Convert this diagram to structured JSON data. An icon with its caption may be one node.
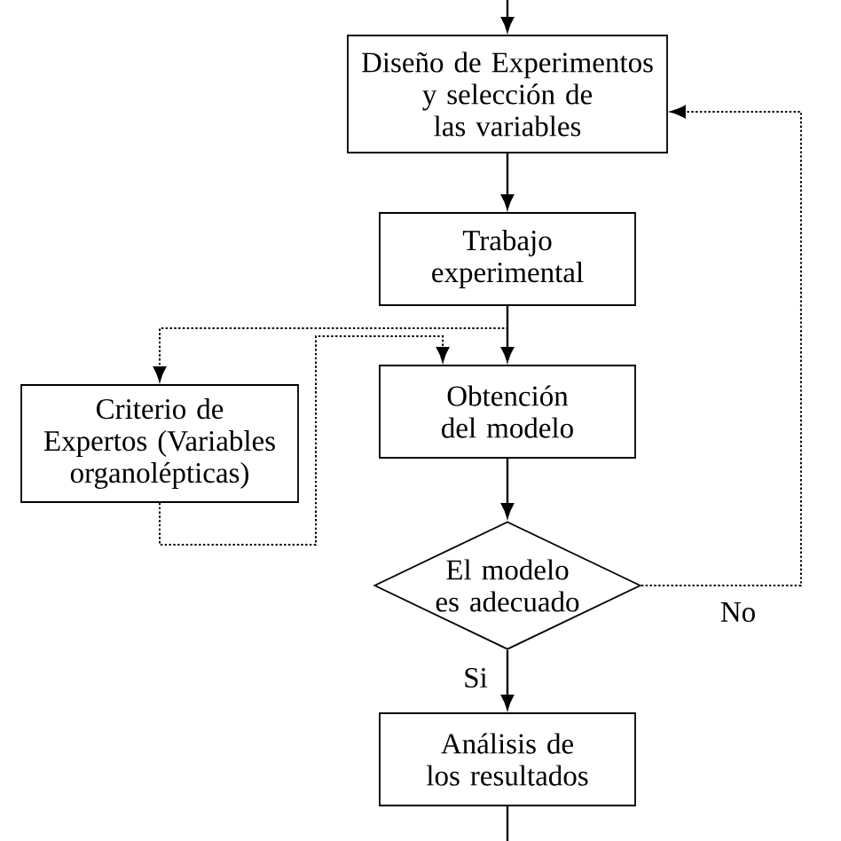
{
  "diagram": {
    "nodes": [
      {
        "text": [
          "Diseño de Experimentos y selección de las variables"
        ]
      },
      {
        "text": [
          "Trabajo experimental"
        ]
      },
      {
        "text": [
          "Criterio de Expertos (Variables organolépticas)"
        ]
      },
      {
        "text": [
          "Obtención del modelo"
        ]
      },
      {
        "text": [
          "El modelo es adecuado"
        ]
      },
      {
        "text": [
          "Análisis de los resultados"
        ]
      }
    ],
    "edges": [
      {
        "from": null,
        "to": 0,
        "arrow": "to"
      },
      {
        "from": 0,
        "to": 1,
        "arrow": "to"
      },
      {
        "from": 1,
        "to": 3,
        "arrow": "to"
      },
      {
        "from": 1,
        "to": 2,
        "arrow": "to",
        "style": "dashed"
      },
      {
        "from": 2,
        "to": 3,
        "arrow": "to",
        "style": "dashed"
      },
      {
        "from": 3,
        "to": 4,
        "arrow": "to"
      },
      {
        "from": 4,
        "to": 0,
        "arrow": "to",
        "style": "dashed",
        "label": "No"
      },
      {
        "from": 4,
        "to": 5,
        "arrow": "to",
        "label": "Si"
      },
      {
        "from": 5,
        "to": null,
        "arrow": "none"
      }
    ]
  }
}
